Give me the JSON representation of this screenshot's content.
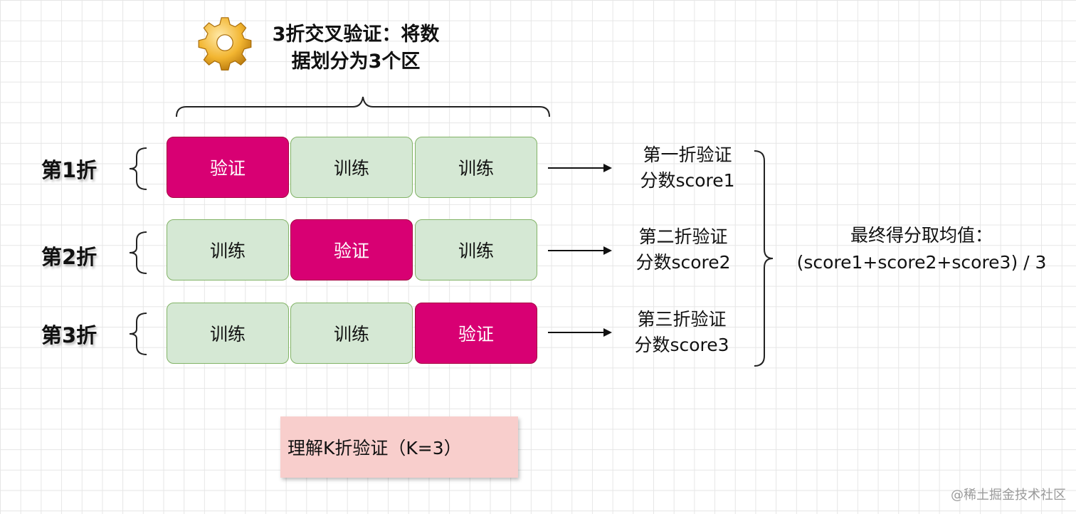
{
  "title": {
    "line1": "3折交叉验证：将数",
    "line2": "据划分为3个区"
  },
  "gear_icon": "gear-icon",
  "folds": [
    {
      "label": "第1折",
      "cells": [
        {
          "text": "验证",
          "kind": "validation"
        },
        {
          "text": "训练",
          "kind": "training"
        },
        {
          "text": "训练",
          "kind": "training"
        }
      ],
      "score": {
        "line1": "第一折验证",
        "line2": "分数score1"
      }
    },
    {
      "label": "第2折",
      "cells": [
        {
          "text": "训练",
          "kind": "training"
        },
        {
          "text": "验证",
          "kind": "validation"
        },
        {
          "text": "训练",
          "kind": "training"
        }
      ],
      "score": {
        "line1": "第二折验证",
        "line2": "分数score2"
      }
    },
    {
      "label": "第3折",
      "cells": [
        {
          "text": "训练",
          "kind": "training"
        },
        {
          "text": "训练",
          "kind": "training"
        },
        {
          "text": "验证",
          "kind": "validation"
        }
      ],
      "score": {
        "line1": "第三折验证",
        "line2": "分数score3"
      }
    }
  ],
  "final": {
    "line1": "最终得分取均值：",
    "line2": "(score1+score2+score3) / 3"
  },
  "note": "理解K折验证（K=3）",
  "watermark": "@稀土掘金技术社区",
  "colors": {
    "training_fill": "#d5e8d4",
    "training_border": "#82b366",
    "validation_fill": "#d80073",
    "validation_border": "#a50040",
    "note_fill": "#f8cecc"
  }
}
